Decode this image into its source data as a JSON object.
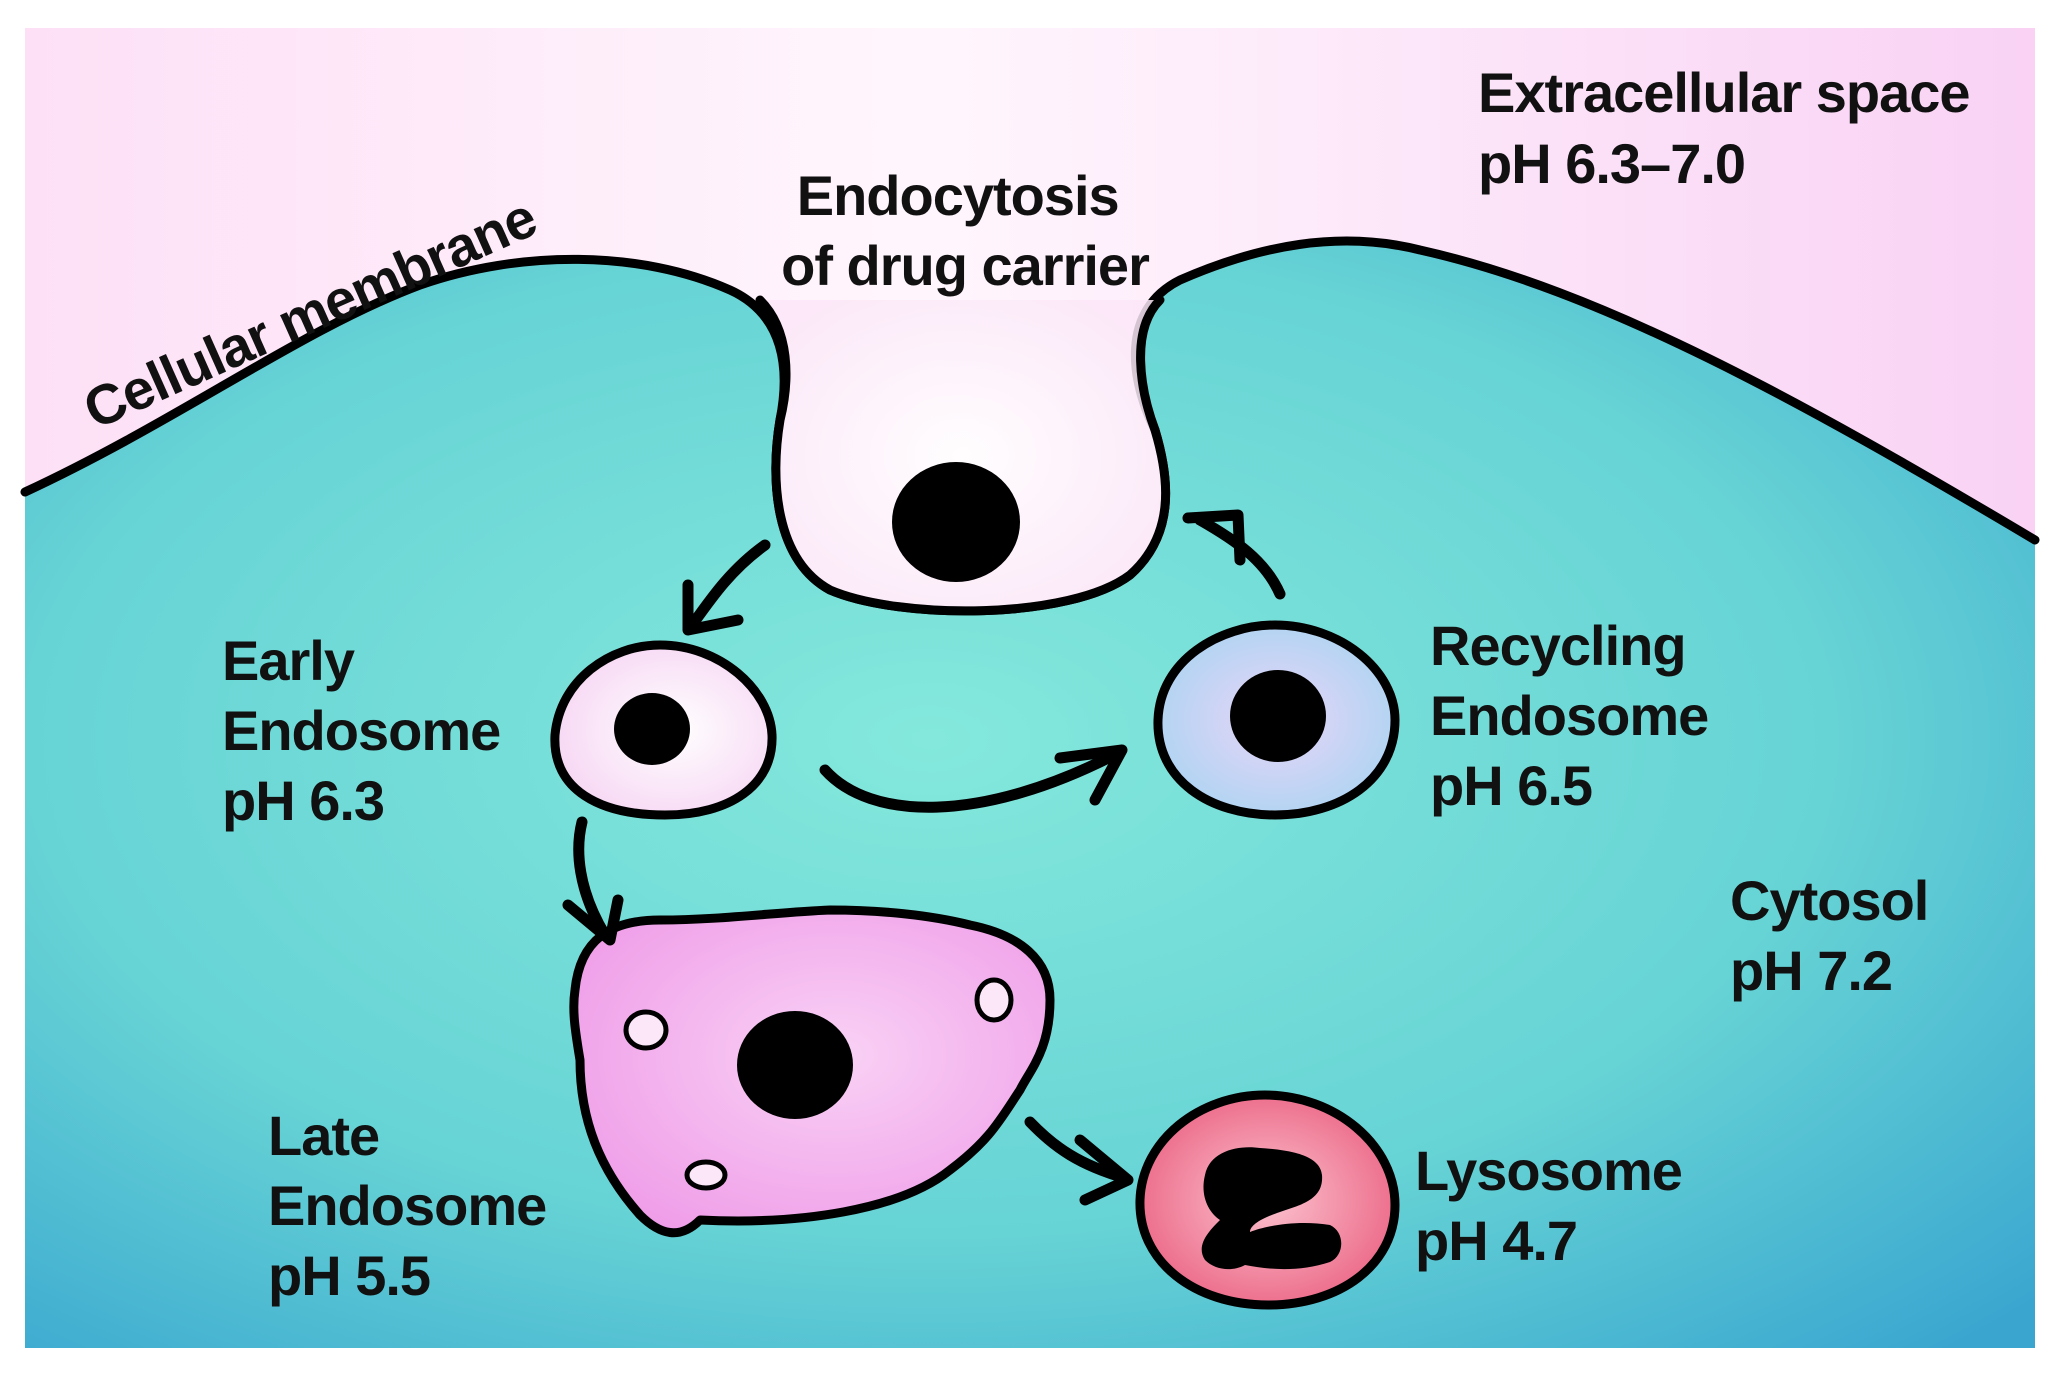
{
  "regions": {
    "extracellular": {
      "line1": "Extracellular space",
      "line2": "pH 6.3–7.0"
    },
    "cytosol": {
      "line1": "Cytosol",
      "line2": "pH 7.2"
    },
    "membrane": {
      "label": "Cellular membrane"
    }
  },
  "endocytosis": {
    "line1": "Endocytosis",
    "line2": "of drug carrier"
  },
  "compartments": {
    "early": {
      "line1": "Early",
      "line2": "Endosome",
      "line3": "pH 6.3"
    },
    "recycling": {
      "line1": "Recycling",
      "line2": "Endosome",
      "line3": "pH 6.5"
    },
    "late": {
      "line1": "Late",
      "line2": "Endosome",
      "line3": "pH 5.5"
    },
    "lysosome": {
      "line1": "Lysosome",
      "line2": "pH 4.7"
    }
  },
  "colors": {
    "extracellular": "#fde3f8",
    "cytosol_center": "#7fe6da",
    "cytosol_edge": "#3fb0d2",
    "late_endosome": "#f3a8ee",
    "lysosome": "#ee6f8c",
    "recycling": "#c9c8f5",
    "outline": "#000000"
  }
}
